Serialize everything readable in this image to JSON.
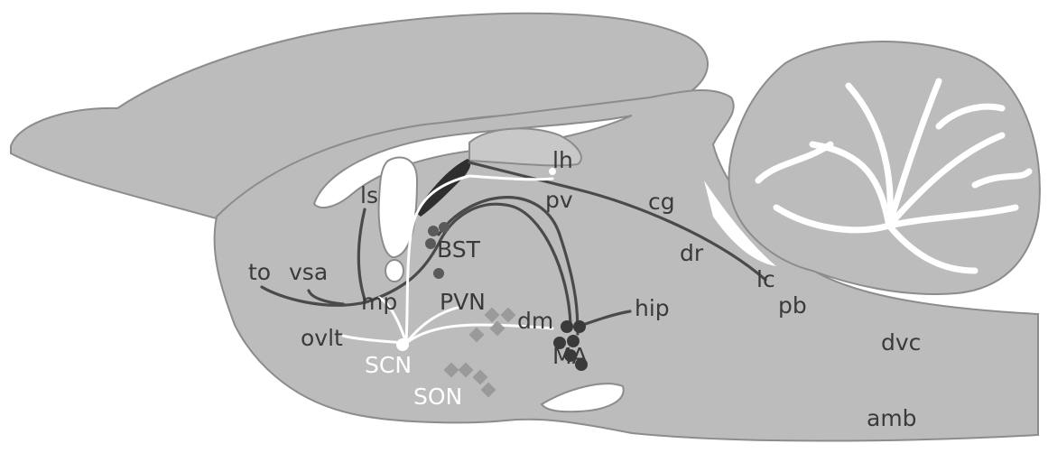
{
  "labels": {
    "lh": "lh",
    "ls": "ls",
    "pv": "pv",
    "cg": "cg",
    "bst": "BST",
    "dr": "dr",
    "lc": "lc",
    "to": "to",
    "vsa": "vsa",
    "mp": "mp",
    "pvn": "PVN",
    "dm": "dm",
    "hip": "hip",
    "pb": "pb",
    "ovlt": "ovlt",
    "ma": "MA",
    "dvc": "dvc",
    "scn": "SCN",
    "son": "SON",
    "amb": "amb"
  },
  "colors": {
    "tissue": "#bcbcbc",
    "projection": "#4a4a4a",
    "scn_projection": "#ffffff",
    "bst_cells": "#5a5a5a",
    "pvn_cells": "#9a9a9a"
  }
}
